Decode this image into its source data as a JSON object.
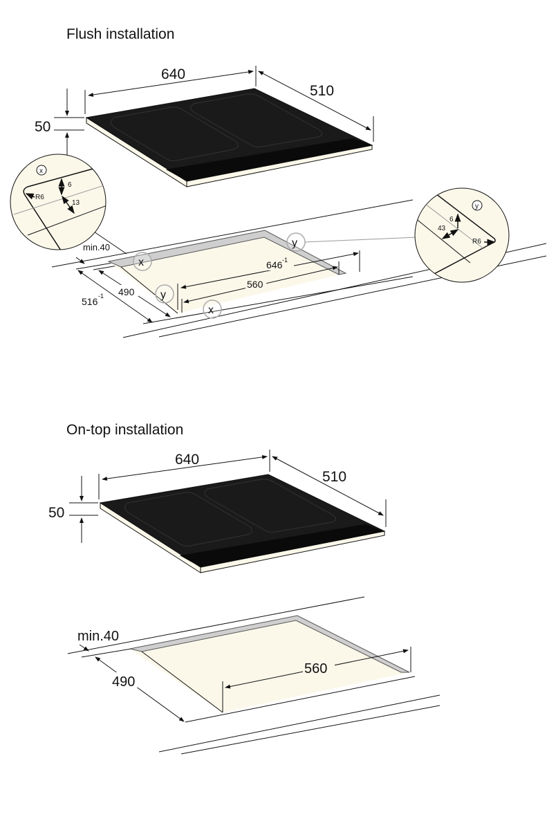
{
  "flush": {
    "title": "Flush installation",
    "width": "640",
    "depth": "510",
    "height": "50",
    "min_gap": "min.40",
    "cutout_outer_width": "646",
    "cutout_outer_width_tol": "-1",
    "cutout_inner_width": "560",
    "cutout_outer_depth": "516",
    "cutout_outer_depth_tol": "-1",
    "cutout_inner_depth": "490",
    "marker_x": "x",
    "marker_y": "y",
    "detail_x": {
      "label": "x",
      "radius": "R6",
      "step": "6",
      "rim": "13"
    },
    "detail_y": {
      "label": "y",
      "radius": "R6",
      "step": "6",
      "rim": "43"
    }
  },
  "ontop": {
    "title": "On-top installation",
    "width": "640",
    "depth": "510",
    "height": "50",
    "min_gap": "min.40",
    "cutout_width": "560",
    "cutout_depth": "490"
  },
  "colors": {
    "glass": "#1a1a1a",
    "cream": "#fbf8ea",
    "rim": "#cfcfcf"
  }
}
